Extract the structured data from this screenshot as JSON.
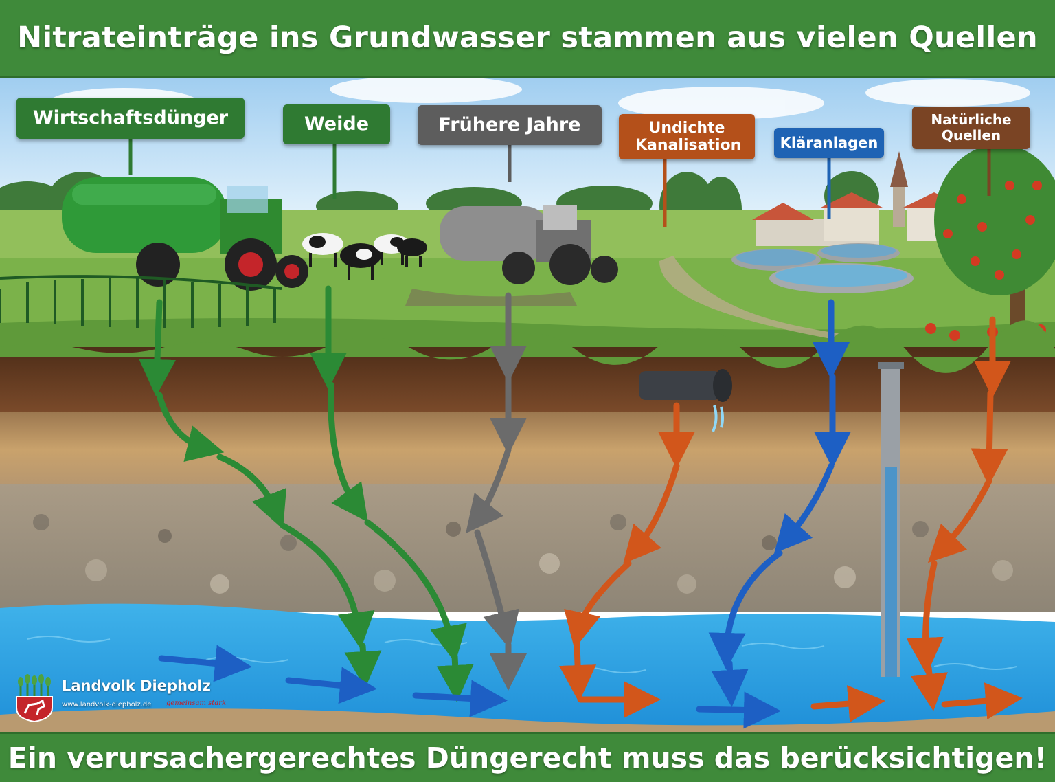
{
  "header": {
    "title": "Nitrateinträge ins Grundwasser stammen aus vielen Quellen"
  },
  "sources": {
    "wirtschaftsduenger": {
      "label": "Wirtschaftsdünger",
      "color": "#2f7a32"
    },
    "weide": {
      "label": "Weide",
      "color": "#2f7a32"
    },
    "fruehere_jahre": {
      "label": "Frühere Jahre",
      "color": "#5d5d5d"
    },
    "kanalisation": {
      "label": "Undichte Kanalisation",
      "color": "#b4501a"
    },
    "klaeranlagen": {
      "label": "Kläranlagen",
      "color": "#1f63b4"
    },
    "natuerliche_quellen": {
      "label": "Natürliche Quellen",
      "color": "#7a4424"
    }
  },
  "logo": {
    "name": "Landvolk Diepholz",
    "url": "www.landvolk-diepholz.de",
    "tagline": "gemeinsam stark"
  },
  "footer": {
    "text": "Ein verursachergerechtes Düngerecht muss das berücksichtigen!"
  }
}
